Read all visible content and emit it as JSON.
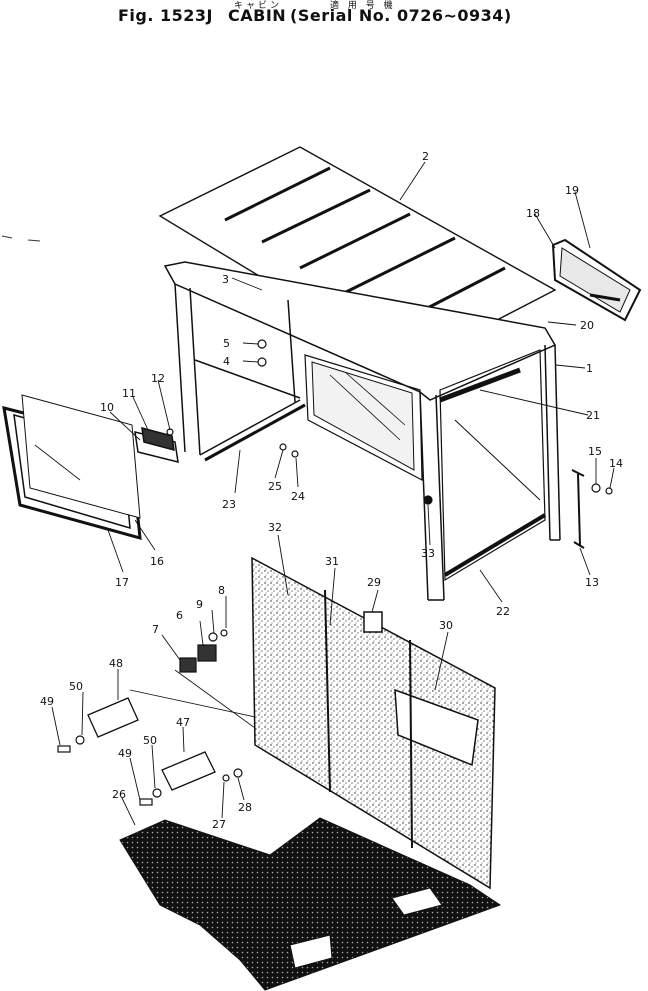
{
  "header": {
    "fig": "Fig. 1523J",
    "title": "CABIN",
    "title_jp": "キャビン",
    "serial_jp": "適 用 号 機",
    "serial": "Serial No. 0726~0934"
  },
  "callouts": [
    "1",
    "2",
    "3",
    "4",
    "5",
    "6",
    "7",
    "8",
    "9",
    "10",
    "11",
    "12",
    "13",
    "14",
    "15",
    "16",
    "17",
    "18",
    "19",
    "20",
    "21",
    "22",
    "23",
    "24",
    "25",
    "26",
    "27",
    "28",
    "29",
    "30",
    "31",
    "32",
    "33",
    "47",
    "48",
    "49",
    "49",
    "50",
    "50"
  ]
}
